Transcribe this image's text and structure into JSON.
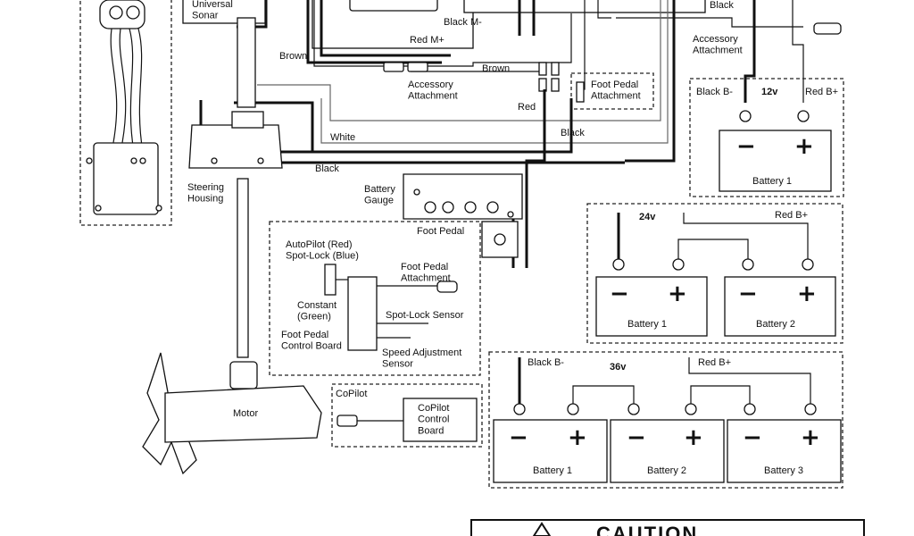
{
  "labels": {
    "universal_sonar": "Universal\nSonar",
    "black_m": "Black M-",
    "red_m": "Red M+",
    "black_top": "Black",
    "brown_left": "Brown",
    "brown_right": "Brown",
    "accessory_attachment_mid": "Accessory\nAttachment",
    "accessory_attachment_right": "Accessory\nAttachment",
    "red_mid": "Red",
    "black_mid": "Black",
    "white": "White",
    "black_lower": "Black",
    "steering_housing": "Steering\nHousing",
    "battery_gauge": "Battery\nGauge",
    "motor": "Motor"
  },
  "foot_pedal_box": {
    "title": "Foot Pedal",
    "autopilot": "AutoPilot (Red)\nSpot-Lock (Blue)",
    "constant": "Constant\n(Green)",
    "board": "Foot Pedal\nControl Board",
    "attachment": "Foot Pedal\nAttachment",
    "spot_lock_sensor": "Spot-Lock Sensor",
    "speed_sensor": "Speed Adjustment\nSensor"
  },
  "foot_pedal_attachment_box": {
    "label": "Foot Pedal\nAttachment"
  },
  "copilot_box": {
    "title": "CoPilot",
    "board": "CoPilot\nControl\nBoard"
  },
  "system_12v": {
    "voltage": "12v",
    "neg_label": "Black B-",
    "pos_label": "Red B+",
    "batteries": [
      "Battery 1"
    ]
  },
  "system_24v": {
    "voltage": "24v",
    "pos_label": "Red B+",
    "batteries": [
      "Battery 1",
      "Battery 2"
    ]
  },
  "system_36v": {
    "voltage": "36v",
    "neg_label": "Black B-",
    "pos_label": "Red B+",
    "batteries": [
      "Battery 1",
      "Battery 2",
      "Battery 3"
    ]
  },
  "terminal_symbols": {
    "minus": "−",
    "plus": "+"
  },
  "caution_banner": "CAUTION"
}
